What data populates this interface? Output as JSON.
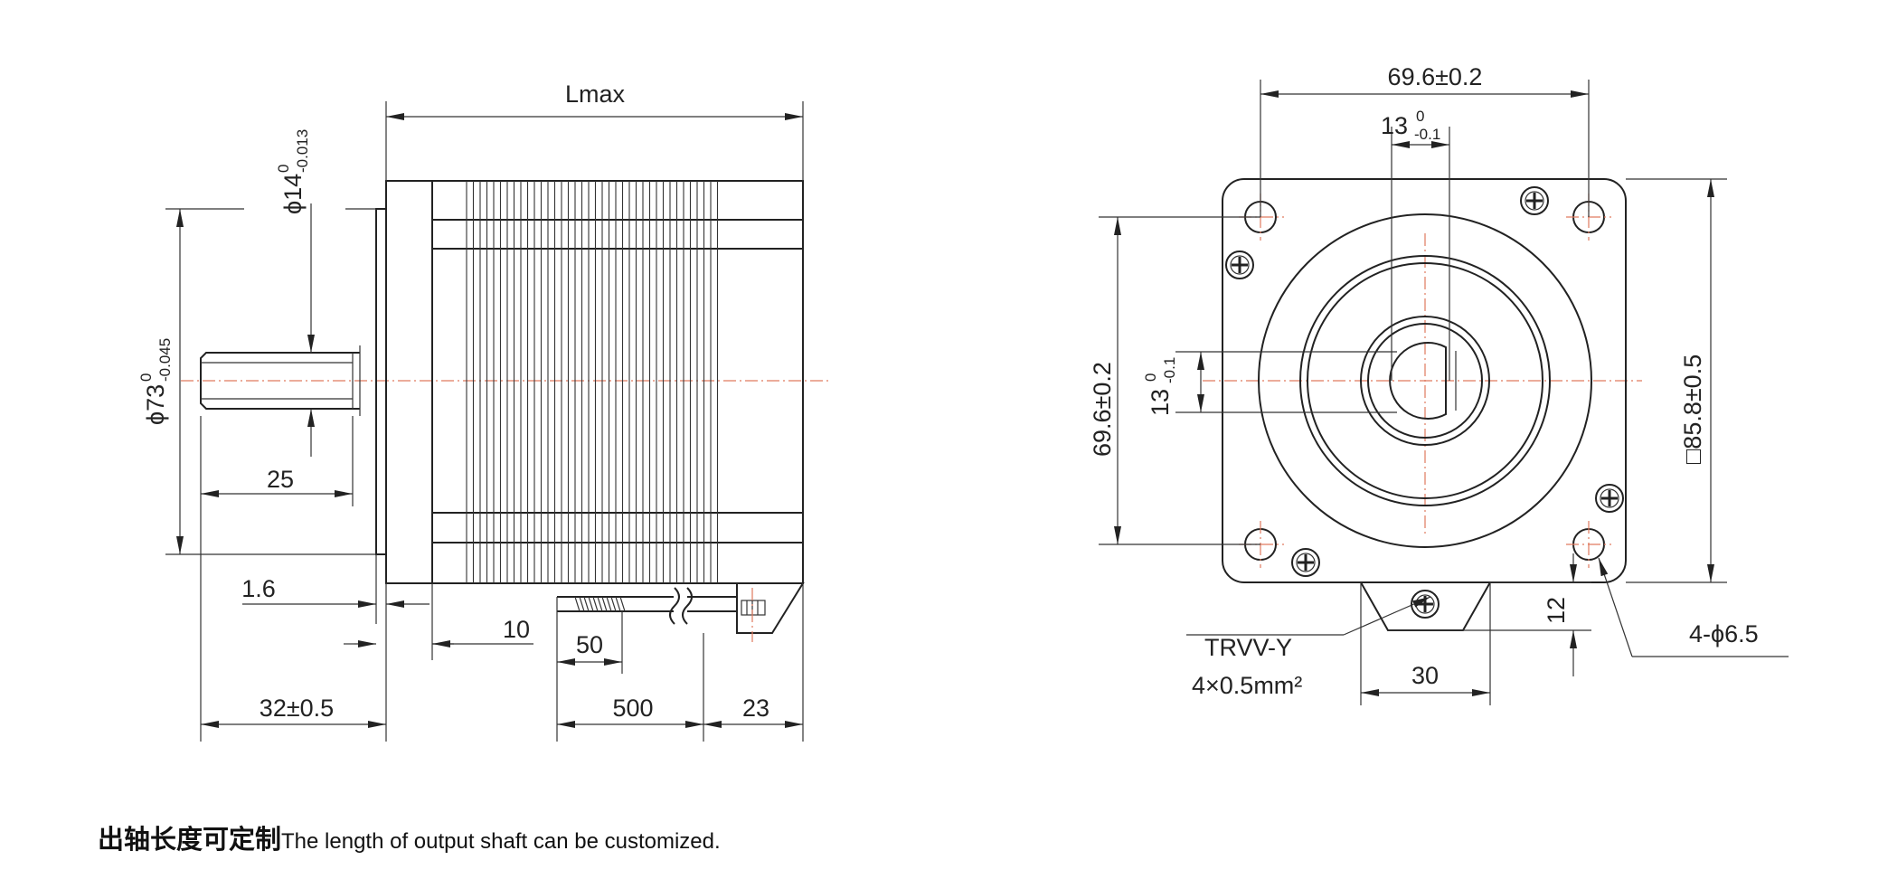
{
  "side_view": {
    "lmax": "Lmax",
    "shaft_dia_main": "ϕ14",
    "shaft_dia_up": "0",
    "shaft_dia_down": "-0.013",
    "flange_dia_main": "ϕ73",
    "flange_dia_up": "0",
    "flange_dia_down": "-0.045",
    "key_len": "25",
    "flange_thk": "1.6",
    "step_len": "10",
    "shaft_len": "32±0.5",
    "strip_len": "50",
    "cable_len": "500",
    "connector_len": "23"
  },
  "front_view": {
    "width_pitch": "69.6±0.2",
    "boss_main": "13",
    "boss_up": "0",
    "boss_down": "-0.1",
    "height_pitch": "69.6±0.2",
    "flat_main": "13",
    "flat_up": "0",
    "flat_down": "-0.1",
    "square": "□85.8±0.5",
    "cable_type": "TRVV-Y",
    "cable_spec": "4×0.5mm²",
    "lug_width": "30",
    "lug_height": "12",
    "holes": "4-ϕ6.5"
  },
  "caption": {
    "cn": "出轴长度可定制",
    "en": "The length of output shaft can be customized."
  }
}
